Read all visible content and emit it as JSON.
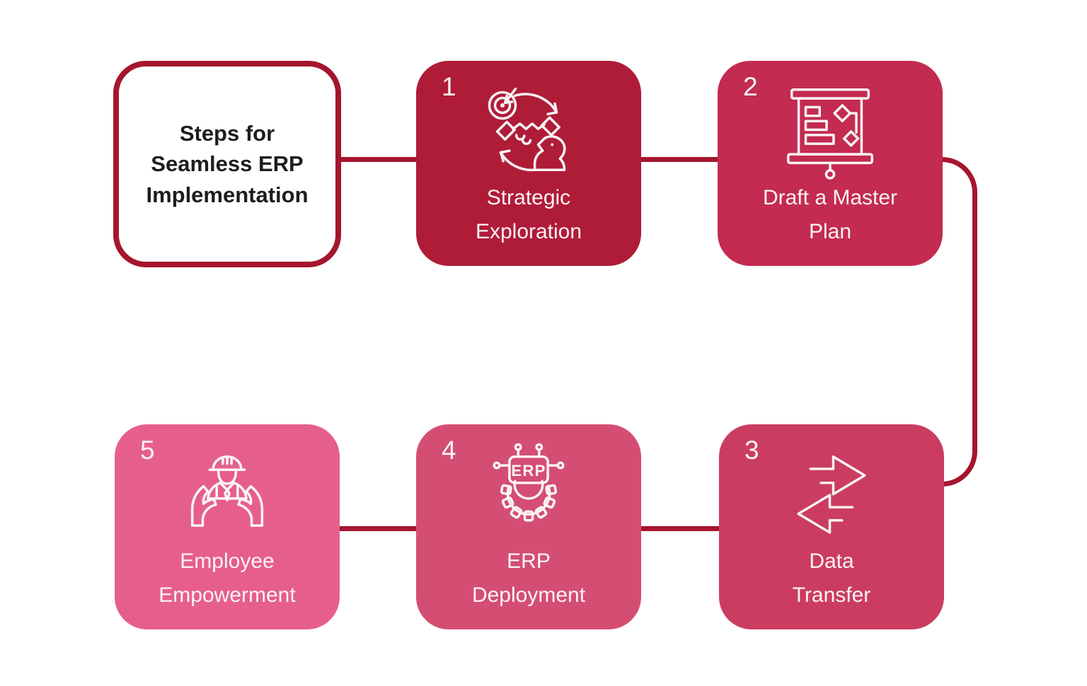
{
  "page": {
    "background": "#FFFFFF"
  },
  "accent_color": "#A6152F",
  "label_text_color": "#FAF3F5",
  "title_card": {
    "full_text": "Steps for Seamless ERP Implementation",
    "line1": "Steps for",
    "line2": "Seamless ERP",
    "line3": "Implementation",
    "text_color": "#1D1D1F",
    "background": "#FFFFFF",
    "border_color": "#A6152F"
  },
  "steps": [
    {
      "number": "1",
      "label_line1": "Strategic",
      "label_line2": "Exploration",
      "icon": "strategy-handshake-cycle-icon",
      "color": "#AF1C38"
    },
    {
      "number": "2",
      "label_line1": "Draft a Master",
      "label_line2": "Plan",
      "icon": "flowchart-board-icon",
      "color": "#C32B50"
    },
    {
      "number": "3",
      "label_line1": "Data",
      "label_line2": "Transfer",
      "icon": "data-transfer-arrows-icon",
      "color": "#CB3C61"
    },
    {
      "number": "4",
      "label_line1": "ERP",
      "label_line2": "Deployment",
      "icon": "erp-gear-icon",
      "icon_text": "ERP",
      "color": "#D44E74"
    },
    {
      "number": "5",
      "label_line1": "Employee",
      "label_line2": "Empowerment",
      "icon": "hands-holding-worker-icon",
      "color": "#E65F8C"
    }
  ],
  "connectors": {
    "flow_order": [
      "title",
      "1",
      "2",
      "3",
      "4",
      "5"
    ],
    "color": "#A6152F"
  }
}
